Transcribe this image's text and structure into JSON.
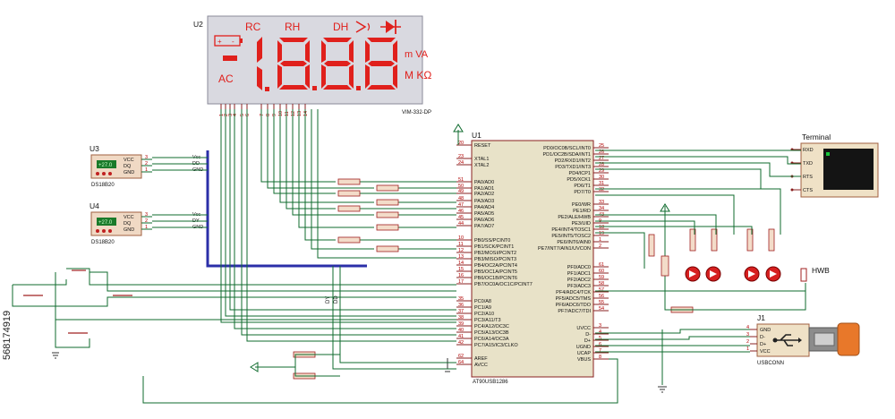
{
  "lcd": {
    "ref": "U2",
    "model": "VIM-332-DP",
    "legend_rc": "RC",
    "legend_rh": "RH",
    "legend_dh": "DH",
    "legend_ac": "AC",
    "legend_mva": "m VA",
    "legend_mk": "M KΩ",
    "digits": "-1.8.8.8",
    "pins": [
      "1",
      "2",
      "3",
      "4",
      "5",
      "6",
      "7",
      "8",
      "9",
      "10",
      "11",
      "12",
      "13",
      "14"
    ]
  },
  "u3": {
    "ref": "U3",
    "part": "DS18B20",
    "display": "+27.0",
    "pins": [
      {
        "name": "VCC",
        "num": "3",
        "net": "Vcc"
      },
      {
        "name": "DQ",
        "num": "2",
        "net": "DD"
      },
      {
        "name": "GND",
        "num": "1",
        "net": "GND"
      }
    ]
  },
  "u4": {
    "ref": "U4",
    "part": "DS18B20",
    "display": "+27.0",
    "pins": [
      {
        "name": "VCC",
        "num": "3",
        "net": "Vcc"
      },
      {
        "name": "DQ",
        "num": "2",
        "net": "DY"
      },
      {
        "name": "GND",
        "num": "1",
        "net": "GND"
      }
    ]
  },
  "mcu": {
    "ref": "U1",
    "part": "AT90USB1286",
    "left_pins": [
      {
        "num": "20",
        "name": "RESET"
      },
      {
        "num": "23",
        "name": "XTAL1"
      },
      {
        "num": "24",
        "name": "XTAL2"
      },
      {
        "num": "51",
        "name": "PA0/AD0"
      },
      {
        "num": "50",
        "name": "PA1/AD1"
      },
      {
        "num": "49",
        "name": "PA2/AD2"
      },
      {
        "num": "48",
        "name": "PA3/AD3"
      },
      {
        "num": "47",
        "name": "PA4/AD4"
      },
      {
        "num": "46",
        "name": "PA5/AD5"
      },
      {
        "num": "45",
        "name": "PA6/AD6"
      },
      {
        "num": "44",
        "name": "PA7/AD7"
      },
      {
        "num": "10",
        "name": "PB0/SS/PCINT0"
      },
      {
        "num": "11",
        "name": "PB1/SCK/PCINT1"
      },
      {
        "num": "12",
        "name": "PB2/MOSI/PCINT2"
      },
      {
        "num": "13",
        "name": "PB3/MISO/PCINT3"
      },
      {
        "num": "14",
        "name": "PB4/OC2A/PCINT4"
      },
      {
        "num": "15",
        "name": "PB5/OC1A/PCINT5"
      },
      {
        "num": "16",
        "name": "PB6/OC1B/PCINT6"
      },
      {
        "num": "17",
        "name": "PB7/OC0A/OC1C/PCINT7"
      },
      {
        "num": "35",
        "name": "PC0/A8"
      },
      {
        "num": "36",
        "name": "PC1/A9"
      },
      {
        "num": "37",
        "name": "PC2/A10"
      },
      {
        "num": "38",
        "name": "PC3/A11/T3"
      },
      {
        "num": "39",
        "name": "PC4/A12/OC3C"
      },
      {
        "num": "40",
        "name": "PC5/A13/OC3B"
      },
      {
        "num": "41",
        "name": "PC6/A14/OC3A"
      },
      {
        "num": "42",
        "name": "PC7/A15/IC3/CLKO"
      },
      {
        "num": "62",
        "name": "AREF"
      },
      {
        "num": "64",
        "name": "AVCC"
      }
    ],
    "right_pins": [
      {
        "num": "25",
        "name": "PD0/OC0B/SCL/INT0"
      },
      {
        "num": "26",
        "name": "PD1/OC2B/SDA/INT1"
      },
      {
        "num": "27",
        "name": "PD2/RXD1/INT2"
      },
      {
        "num": "28",
        "name": "PD3/TXD1/INT3"
      },
      {
        "num": "29",
        "name": "PD4/ICP1"
      },
      {
        "num": "30",
        "name": "PD5/XCK1"
      },
      {
        "num": "31",
        "name": "PD6/T1"
      },
      {
        "num": "32",
        "name": "PD7/T0"
      },
      {
        "num": "33",
        "name": "PE0/WR"
      },
      {
        "num": "34",
        "name": "PE1/RD"
      },
      {
        "num": "43",
        "name": "PE2/ALE/HWB"
      },
      {
        "num": "9",
        "name": "PE3/UID"
      },
      {
        "num": "18",
        "name": "PE4/INT4/TOSC1"
      },
      {
        "num": "19",
        "name": "PE5/INT5/TOSC2"
      },
      {
        "num": "1",
        "name": "PE6/INT6/AIN0"
      },
      {
        "num": "2",
        "name": "PE7/INT7/AIN1/UVCON"
      },
      {
        "num": "61",
        "name": "PF0/ADC0"
      },
      {
        "num": "60",
        "name": "PF1/ADC1"
      },
      {
        "num": "59",
        "name": "PF2/ADC2"
      },
      {
        "num": "58",
        "name": "PF3/ADC3"
      },
      {
        "num": "57",
        "name": "PF4/ADC4/TCK"
      },
      {
        "num": "56",
        "name": "PF5/ADC5/TMS"
      },
      {
        "num": "55",
        "name": "PF6/ADC6/TDO"
      },
      {
        "num": "54",
        "name": "PF7/ADC7/TDI"
      },
      {
        "num": "3",
        "name": "UVCC"
      },
      {
        "num": "4",
        "name": "D-"
      },
      {
        "num": "5",
        "name": "D+"
      },
      {
        "num": "6",
        "name": "UGND"
      },
      {
        "num": "7",
        "name": "UCAP"
      },
      {
        "num": "8",
        "name": "VBUS"
      }
    ]
  },
  "terminal": {
    "title": "Terminal",
    "pins": [
      "RXD",
      "TXD",
      "RTS",
      "CTS"
    ]
  },
  "usb": {
    "ref": "J1",
    "part": "USBCONN",
    "pins": [
      {
        "num": "4",
        "name": "GND"
      },
      {
        "num": "3",
        "name": "D-"
      },
      {
        "num": "2",
        "name": "D+"
      },
      {
        "num": "1",
        "name": "VCC"
      }
    ]
  },
  "hwb_label": "HWB",
  "net_dy": "DY",
  "net_dd": "DD",
  "watermark_id": "568174919",
  "colors": {
    "wire": "#0f6b2e",
    "segment": "#e0201c",
    "bus": "#2b2fa8",
    "chip": "#e8e2c8",
    "resistor": "#a02020"
  }
}
